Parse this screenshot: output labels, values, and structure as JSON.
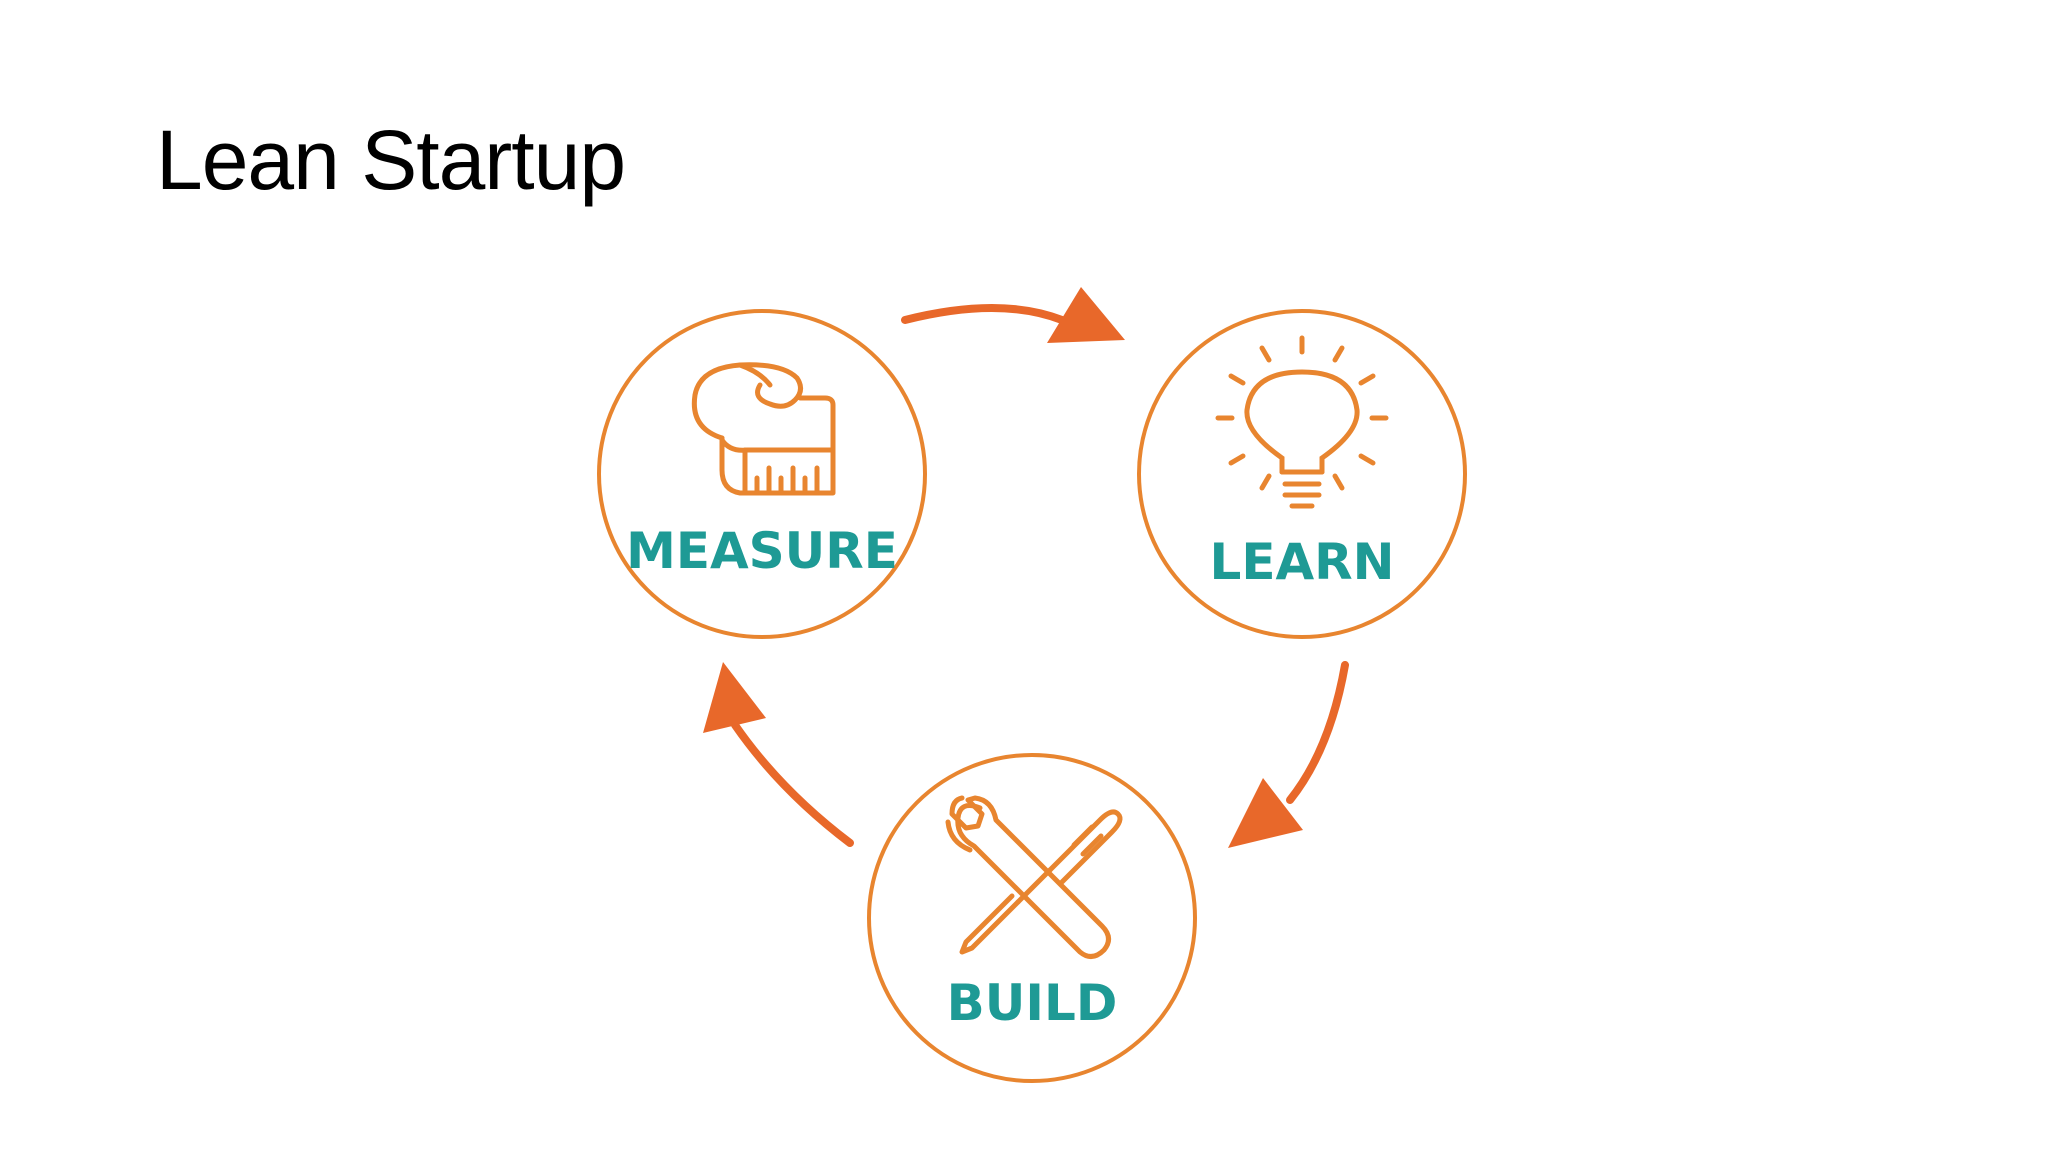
{
  "slide": {
    "title": "Lean Startup"
  },
  "colors": {
    "accent": "#E8852F",
    "arrow": "#E8682A",
    "label": "#1E9A95"
  },
  "cycle": {
    "nodes": [
      {
        "id": "measure",
        "label": "MEASURE",
        "icon": "tape-measure-icon"
      },
      {
        "id": "learn",
        "label": "LEARN",
        "icon": "lightbulb-icon"
      },
      {
        "id": "build",
        "label": "BUILD",
        "icon": "wrench-screwdriver-icon"
      }
    ],
    "edges": [
      {
        "from": "measure",
        "to": "learn"
      },
      {
        "from": "learn",
        "to": "build"
      },
      {
        "from": "build",
        "to": "measure"
      }
    ]
  }
}
